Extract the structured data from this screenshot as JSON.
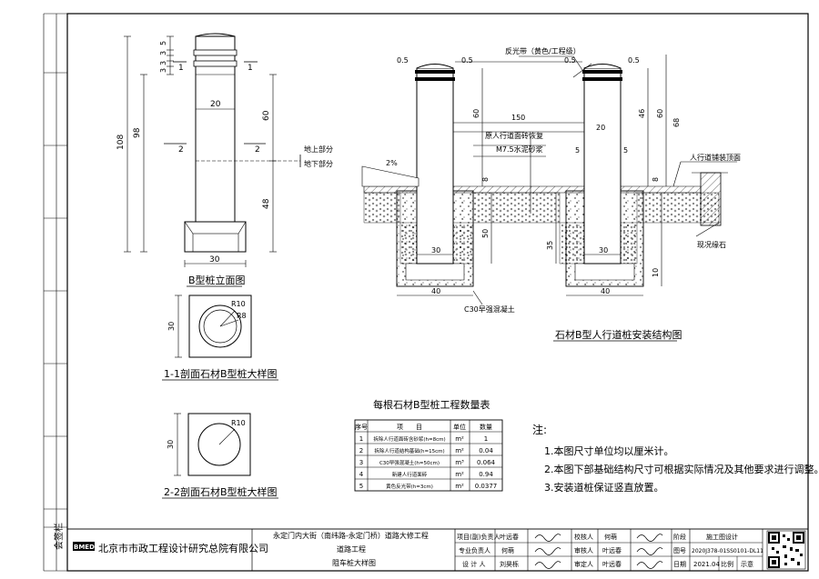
{
  "title_block": {
    "countersign_label": "会签栏",
    "logo_text": "BMEDI",
    "company": "北京市市政工程设计研究总院有限公司",
    "project_name": "永定门内大街（南纬路-永定门桥）道路大修工程",
    "discipline": "道路工程",
    "drawing_title": "阻车桩大样图",
    "rows": [
      {
        "role": "项目(副)负责人",
        "name": "叶远春",
        "role2": "校核人",
        "name2": "何萌",
        "label3": "阶段",
        "value3": "施工图设计"
      },
      {
        "role": "专业负责人",
        "name": "何萌",
        "role2": "审核人",
        "name2": "叶远春",
        "label3": "图号",
        "value3": "2020J378-01SS0101-DL11"
      },
      {
        "role": "设 计 人",
        "name": "刘昊栎",
        "role2": "审定人",
        "name2": "叶远春",
        "label3": "日期",
        "value3": "2021.04",
        "label4": "比例",
        "value4": "示意"
      }
    ]
  },
  "elevation": {
    "caption": "B型桩立面图",
    "dims": {
      "d108": "108",
      "d98": "98",
      "d60": "60",
      "d48": "48",
      "d20": "20",
      "d30": "30",
      "d5": "5",
      "d3": "3"
    },
    "section1": "1",
    "section2": "2",
    "ground_above": "地上部分",
    "ground_below": "地下部分"
  },
  "section11": {
    "caption": "1-1剖面石材B型桩大样图",
    "dim30": "30",
    "r10": "R10",
    "r8": "R8"
  },
  "section22": {
    "caption": "2-2剖面石材B型桩大样图",
    "dim30": "30",
    "r10": "R10"
  },
  "install": {
    "caption": "石材B型人行道桩安装结构图",
    "reflective": "反光带（黄色/工程级）",
    "restore": "原人行道面砖恢复",
    "mortar": "M7.5水泥砂浆",
    "paving": "人行道铺装顶面",
    "curb": "现况缘石",
    "concrete": "C30早强混凝土",
    "slope": "2%",
    "dims": {
      "d05": "0.5",
      "d60": "60",
      "d150": "150",
      "d20": "20",
      "d8": "8",
      "d50": "50",
      "d30": "30",
      "d40": "40",
      "d10": "10",
      "d35": "35",
      "d5": "5",
      "d46": "46",
      "d68": "68"
    }
  },
  "quantity_table": {
    "title": "每根石材B型桩工程数量表",
    "headers": [
      "序号",
      "项　　目",
      "单位",
      "数量"
    ],
    "rows": [
      [
        "1",
        "拆除人行道面砖含砂浆(h=8cm)",
        "m²",
        "1"
      ],
      [
        "2",
        "拆除人行道结构基础(h=15cm)",
        "m²",
        "0.04"
      ],
      [
        "3",
        "C30早强混凝土(h=50cm)",
        "m³",
        "0.064"
      ],
      [
        "4",
        "新建人行道面砖",
        "m²",
        "0.94"
      ],
      [
        "5",
        "黄色反光带(h=3cm)",
        "m²",
        "0.0377"
      ]
    ]
  },
  "notes": {
    "heading": "注:",
    "items": [
      "1.本图尺寸单位均以厘米计。",
      "2.本图下部基础结构尺寸可根据实际情况及其他要求进行调整。",
      "3.安装道桩保证竖直放置。"
    ]
  }
}
